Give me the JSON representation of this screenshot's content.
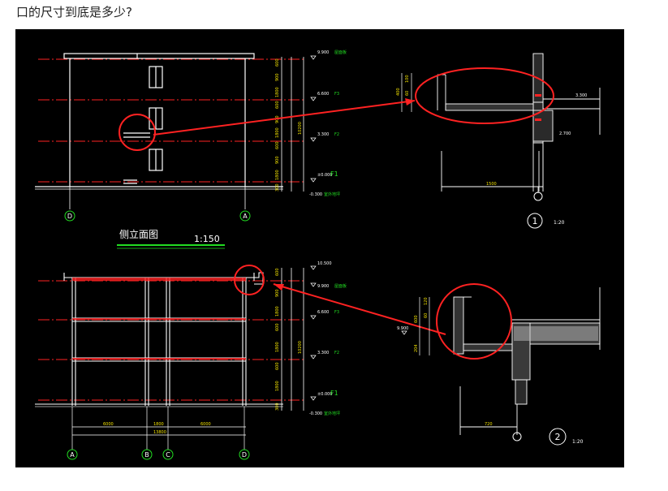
{
  "question": "口的尺寸到底是多少?",
  "colors": {
    "bg": "#000000",
    "white": "#ffffff",
    "red": "#ff2222",
    "green": "#22dd22",
    "yellow": "#f0e000",
    "cyan": "#00c8ff",
    "gray": "#9a9a9a"
  },
  "side_elevation": {
    "title": "侧立面图",
    "scale": "1:150",
    "axis_left": "D",
    "axis_right": "A",
    "levels": [
      {
        "elev": "9.900",
        "name": "屋面板"
      },
      {
        "elev": "6.600",
        "name": "F3"
      },
      {
        "elev": "3.300",
        "name": "F2"
      },
      {
        "elev": "±0.000",
        "name": "F1"
      },
      {
        "elev": "-0.300",
        "name": "室外地坪"
      }
    ],
    "dims_outer": [
      "600",
      "900",
      "1800",
      "600",
      "900",
      "1800",
      "600",
      "900",
      "1800",
      "300"
    ],
    "dims_total": "10200"
  },
  "section": {
    "axes": [
      "A",
      "B",
      "C",
      "D"
    ],
    "spans": [
      "6000",
      "1800",
      "6000"
    ],
    "total": "13800",
    "levels": [
      {
        "elev": "10.500",
        "name": ""
      },
      {
        "elev": "9.900",
        "name": "屋面板"
      },
      {
        "elev": "6.600",
        "name": "F3"
      },
      {
        "elev": "3.300",
        "name": "F2"
      },
      {
        "elev": "±0.000",
        "name": "F1"
      },
      {
        "elev": "-0.300",
        "name": "室外地坪"
      }
    ]
  },
  "detail1": {
    "number": "1",
    "scale": "1:20",
    "width": "1500",
    "dim_v": [
      "100",
      "60",
      "400"
    ],
    "elev_top": "3.300",
    "elev_bottom": "2.700"
  },
  "detail2": {
    "number": "2",
    "scale": "1:20",
    "width": "720",
    "dim_v": [
      "120",
      "60",
      "600"
    ],
    "elev_left": "9.900",
    "dim_bottom": "204"
  }
}
